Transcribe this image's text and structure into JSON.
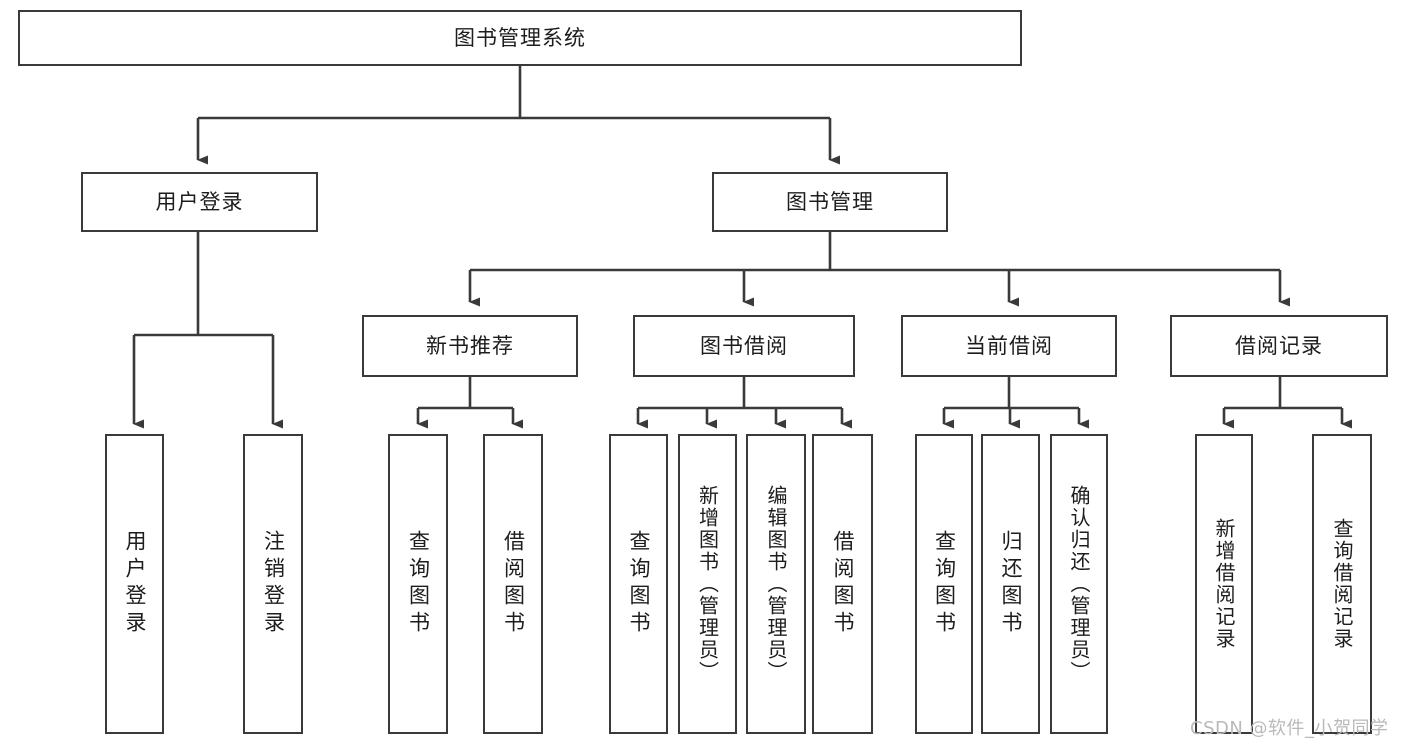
{
  "diagram": {
    "type": "tree",
    "title": "图书管理系统",
    "root": {
      "id": "root",
      "label": "图书管理系统"
    },
    "level2": [
      {
        "id": "user-login",
        "label": "用户登录"
      },
      {
        "id": "book-manage",
        "label": "图书管理"
      }
    ],
    "level3": [
      {
        "id": "new-book-recommend",
        "label": "新书推荐"
      },
      {
        "id": "book-borrow",
        "label": "图书借阅"
      },
      {
        "id": "current-borrow",
        "label": "当前借阅"
      },
      {
        "id": "borrow-record",
        "label": "借阅记录"
      }
    ],
    "leaves": {
      "user_login": [
        {
          "id": "leaf-user-login",
          "label": "用户登录"
        },
        {
          "id": "leaf-logout-login",
          "label": "注销登录"
        }
      ],
      "new_book_recommend": [
        {
          "id": "leaf-query-book-1",
          "label": "查询图书"
        },
        {
          "id": "leaf-borrow-book-1",
          "label": "借阅图书"
        }
      ],
      "book_borrow": [
        {
          "id": "leaf-query-book-2",
          "label": "查询图书"
        },
        {
          "id": "leaf-add-book",
          "label": "新增图书（管理员）"
        },
        {
          "id": "leaf-edit-book",
          "label": "编辑图书（管理员）"
        },
        {
          "id": "leaf-borrow-book-2",
          "label": "借阅图书"
        }
      ],
      "current_borrow": [
        {
          "id": "leaf-query-book-3",
          "label": "查询图书"
        },
        {
          "id": "leaf-return-book",
          "label": "归还图书"
        },
        {
          "id": "leaf-confirm-return",
          "label": "确认归还（管理员）"
        }
      ],
      "borrow_record": [
        {
          "id": "leaf-add-record",
          "label": "新增借阅记录"
        },
        {
          "id": "leaf-query-record",
          "label": "查询借阅记录"
        }
      ]
    }
  },
  "watermark": {
    "text": "CSDN @软件_小贺同学"
  },
  "colors": {
    "stroke": "#3a3a3a",
    "text": "#1d1d1d",
    "background": "#ffffff",
    "watermark": "#b9b9b9"
  }
}
